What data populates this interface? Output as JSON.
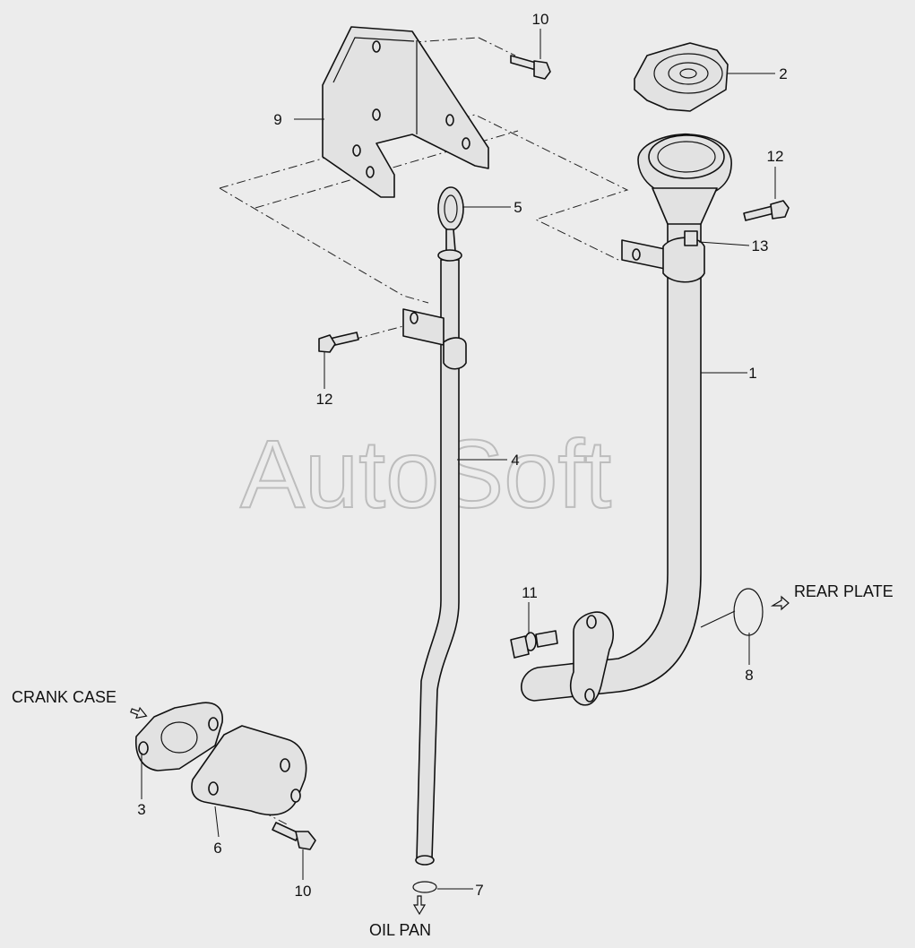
{
  "watermark": "AutoSoft",
  "callouts": {
    "c1": "1",
    "c2": "2",
    "c3": "3",
    "c4": "4",
    "c5": "5",
    "c6": "6",
    "c7": "7",
    "c8": "8",
    "c9": "9",
    "c10a": "10",
    "c10b": "10",
    "c11": "11",
    "c12a": "12",
    "c12b": "12",
    "c13": "13"
  },
  "directions": {
    "rear_plate": "REAR PLATE",
    "crank_case": "CRANK CASE",
    "oil_pan": "OIL PAN"
  }
}
